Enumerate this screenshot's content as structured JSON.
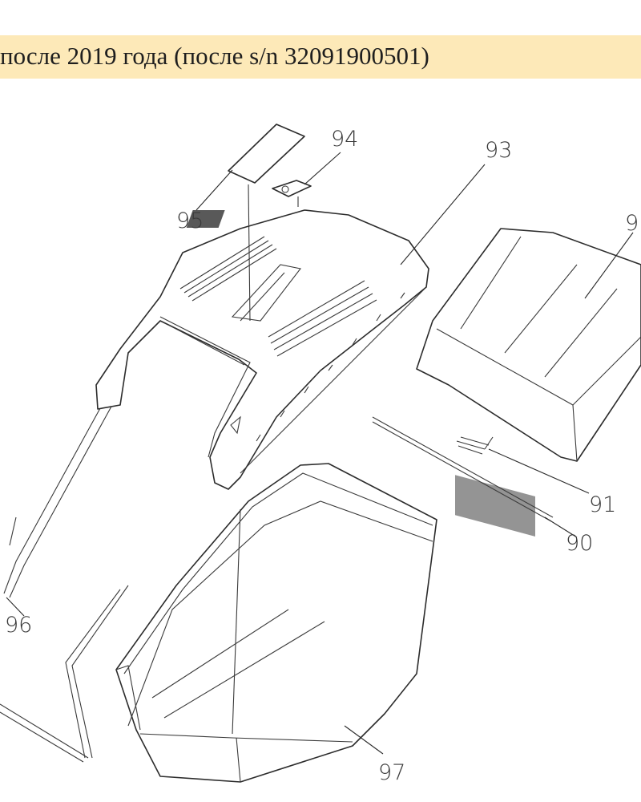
{
  "header": {
    "title": "после 2019 года (после s/n 32091900501)",
    "background_color": "#fde9b8"
  },
  "diagram": {
    "part_numbers": {
      "p90": "90",
      "p91": "91",
      "p92": "9",
      "p93": "93",
      "p94": "94",
      "p95": "95",
      "p96": "96",
      "p97": "97"
    }
  }
}
